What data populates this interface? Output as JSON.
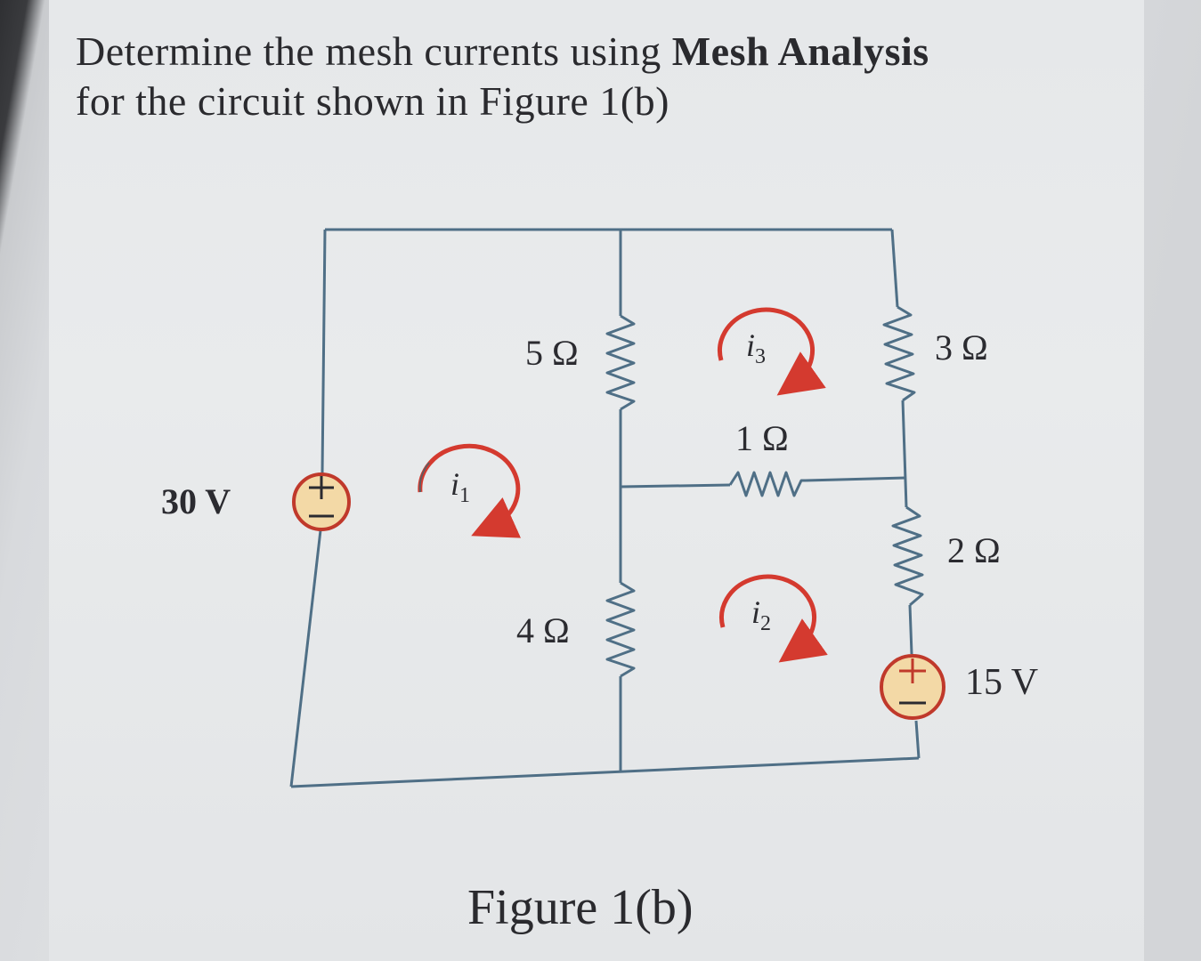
{
  "question": {
    "text_a": "Determine the mesh currents using ",
    "text_bold": "Mesh Analysis",
    "text_b": "for the circuit shown in Figure 1(b)"
  },
  "circuit": {
    "sources": [
      {
        "id": "source-30v",
        "label": "30 V"
      },
      {
        "id": "source-15v",
        "label": "15 V"
      }
    ],
    "resistors": [
      {
        "id": "r-5",
        "label": "5 Ω"
      },
      {
        "id": "r-1",
        "label": "1 Ω"
      },
      {
        "id": "r-3",
        "label": "3 Ω"
      },
      {
        "id": "r-4",
        "label": "4 Ω"
      },
      {
        "id": "r-2",
        "label": "2 Ω"
      }
    ],
    "mesh_currents": [
      {
        "id": "i1",
        "symbol": "i",
        "subscript": "1"
      },
      {
        "id": "i2",
        "symbol": "i",
        "subscript": "2"
      },
      {
        "id": "i3",
        "symbol": "i",
        "subscript": "3"
      }
    ],
    "colors": {
      "wire": "#4f6f86",
      "source_fill": "#f3d9a6",
      "source_border": "#c0392b",
      "arrow": "#d43a2f"
    }
  },
  "caption": "Figure 1(b)"
}
